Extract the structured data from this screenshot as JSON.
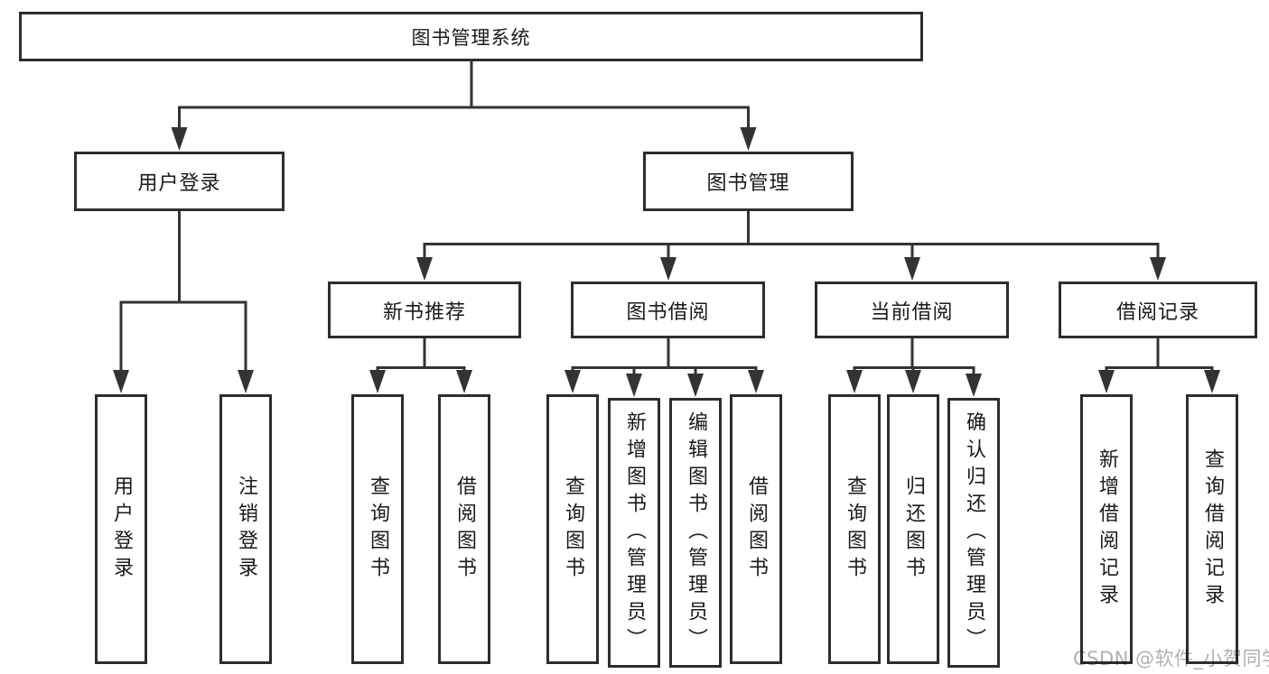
{
  "diagram": {
    "title": "图书管理系统",
    "level2": {
      "user_login": "用户登录",
      "book_mgmt": "图书管理"
    },
    "level3": {
      "new_books": "新书推荐",
      "borrowing": "图书借阅",
      "current": "当前借阅",
      "records": "借阅记录"
    },
    "leaves": {
      "login": "用户登录",
      "logout": "注销登录",
      "nb_query": "查询图书",
      "nb_borrow": "借阅图书",
      "bw_query": "查询图书",
      "bw_add": "新增图书（管理员）",
      "bw_edit": "编辑图书（管理员）",
      "bw_borrow": "借阅图书",
      "cur_query": "查询图书",
      "cur_return": "归还图书",
      "cur_confirm": "确认归还（管理员）",
      "rec_add": "新增借阅记录",
      "rec_query": "查询借阅记录"
    }
  },
  "watermark": "CSDN @软件_小贺同学",
  "colors": {
    "line": "#333333",
    "box_border": "#2d2d2d",
    "text": "#1a1a1a",
    "watermark": "#b0b0b0",
    "background": "#ffffff"
  }
}
